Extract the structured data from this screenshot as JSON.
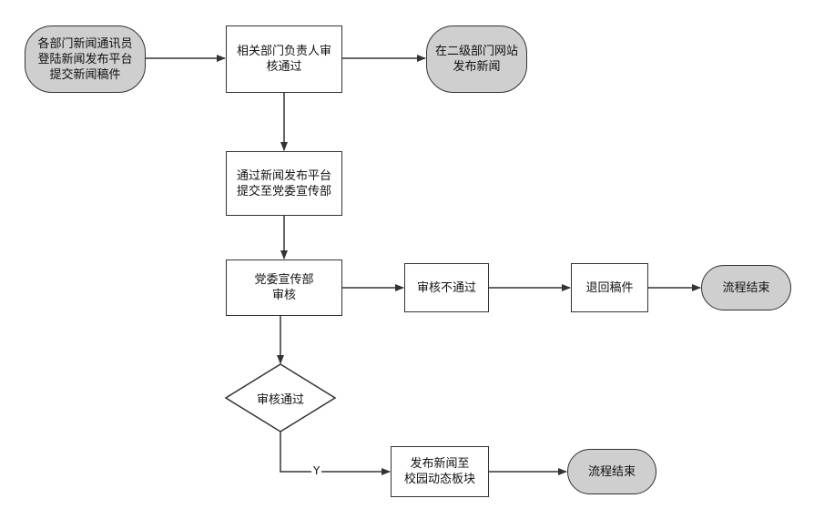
{
  "nodes": {
    "submit": "各部门新闻通讯员\n登陆新闻发布平台\n提交新闻稿件",
    "dept_review": "相关部门负责人审\n核通过",
    "publish_secondary": "在二级部门网站\n发布新闻",
    "platform_submit": "通过新闻发布平台\n提交至党委宣传部",
    "party_review": "党委宣传部\n审核",
    "review_fail": "审核不通过",
    "return_draft": "退回稿件",
    "end_top": "流程结束",
    "review_pass": "审核通过",
    "publish_campus": "发布新闻至\n校园动态板块",
    "end_bottom": "流程结束"
  },
  "edges": {
    "yes_label": "Y"
  }
}
